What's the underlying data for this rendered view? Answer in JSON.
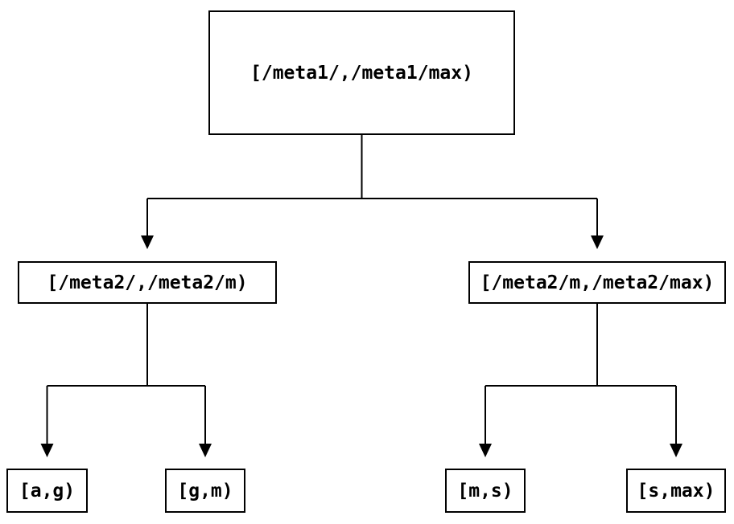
{
  "tree": {
    "root": {
      "label": "[/meta1/,/meta1/max)",
      "children": [
        {
          "label": "[/meta2/,/meta2/m)",
          "children": [
            {
              "label": "[a,g)"
            },
            {
              "label": "[g,m)"
            }
          ]
        },
        {
          "label": "[/meta2/m,/meta2/max)",
          "children": [
            {
              "label": "[m,s)"
            },
            {
              "label": "[s,max)"
            }
          ]
        }
      ]
    }
  },
  "colors": {
    "line": "#000000",
    "node_border": "#000000",
    "node_background": "#ffffff",
    "text": "#000000",
    "page_background": "#ffffff"
  }
}
